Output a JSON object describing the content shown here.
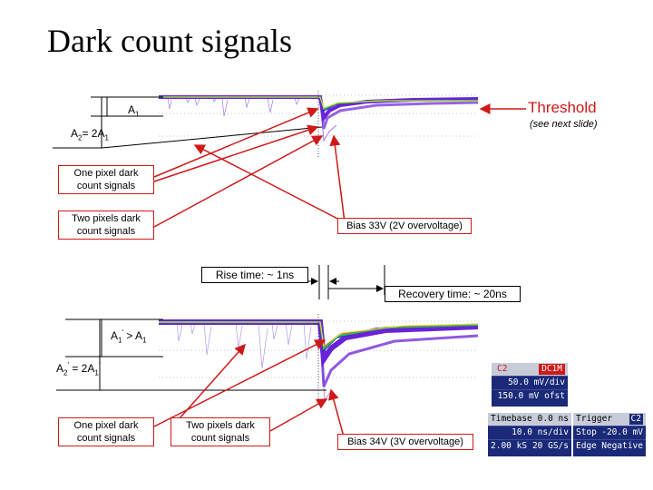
{
  "title": "Dark count signals",
  "top_section": {
    "a1_label": "A",
    "a1_sub": "1",
    "a2_label_prefix": "A",
    "a2_sub": "2",
    "a2_eq": "= 2A",
    "a2_eq_sub": "1",
    "threshold_label": "Threshold",
    "threshold_note": "(see next slide)",
    "one_pixel_label": "One pixel dark count signals",
    "two_pixels_label": "Two pixels dark count signals",
    "bias_label": "Bias 33V (2V overvoltage)"
  },
  "middle": {
    "rise_time": "Rise time: ~ 1ns",
    "recovery_time": "Recovery time: ~ 20ns"
  },
  "bottom_section": {
    "a1p_label": "A",
    "a1p_sub": "1",
    "a1p_sup": "'",
    "a1p_rest": "> A",
    "a1p_rest_sub": "1",
    "a2p_label": "A",
    "a2p_sub": "2",
    "a2p_sup": "'",
    "a2p_rest": "= 2A",
    "a2p_rest_sub": "1",
    "a2p_rest_sup": "'",
    "one_pixel_label": "One pixel dark count signals",
    "two_pixels_label": "Two pixels dark count signals",
    "bias_label": "Bias 34V (3V overvoltage)"
  },
  "scope_panel": {
    "channel": "C2",
    "coupling": "DC1M",
    "vdiv": "50.0 mV/div",
    "offset": "150.0 mV ofst",
    "timebase_label": "Timebase",
    "timebase_val": "0.0 ns",
    "tdiv": "10.0 ns/div",
    "samples": "2.00 kS",
    "rate": "20 GS/s",
    "trigger_label": "Trigger",
    "trigger_ch": "C2",
    "stop_label": "Stop",
    "stop_val": "-20.0 mV",
    "edge_label": "Edge",
    "edge_val": "Negative"
  },
  "colors": {
    "accent_red": "#d01818",
    "trace_purple": "#6a22d8",
    "trace_blue": "#2a3ec0",
    "trace_green": "#30c050",
    "trace_yellow": "#e8e040",
    "panel_blue": "#1a2a78"
  }
}
